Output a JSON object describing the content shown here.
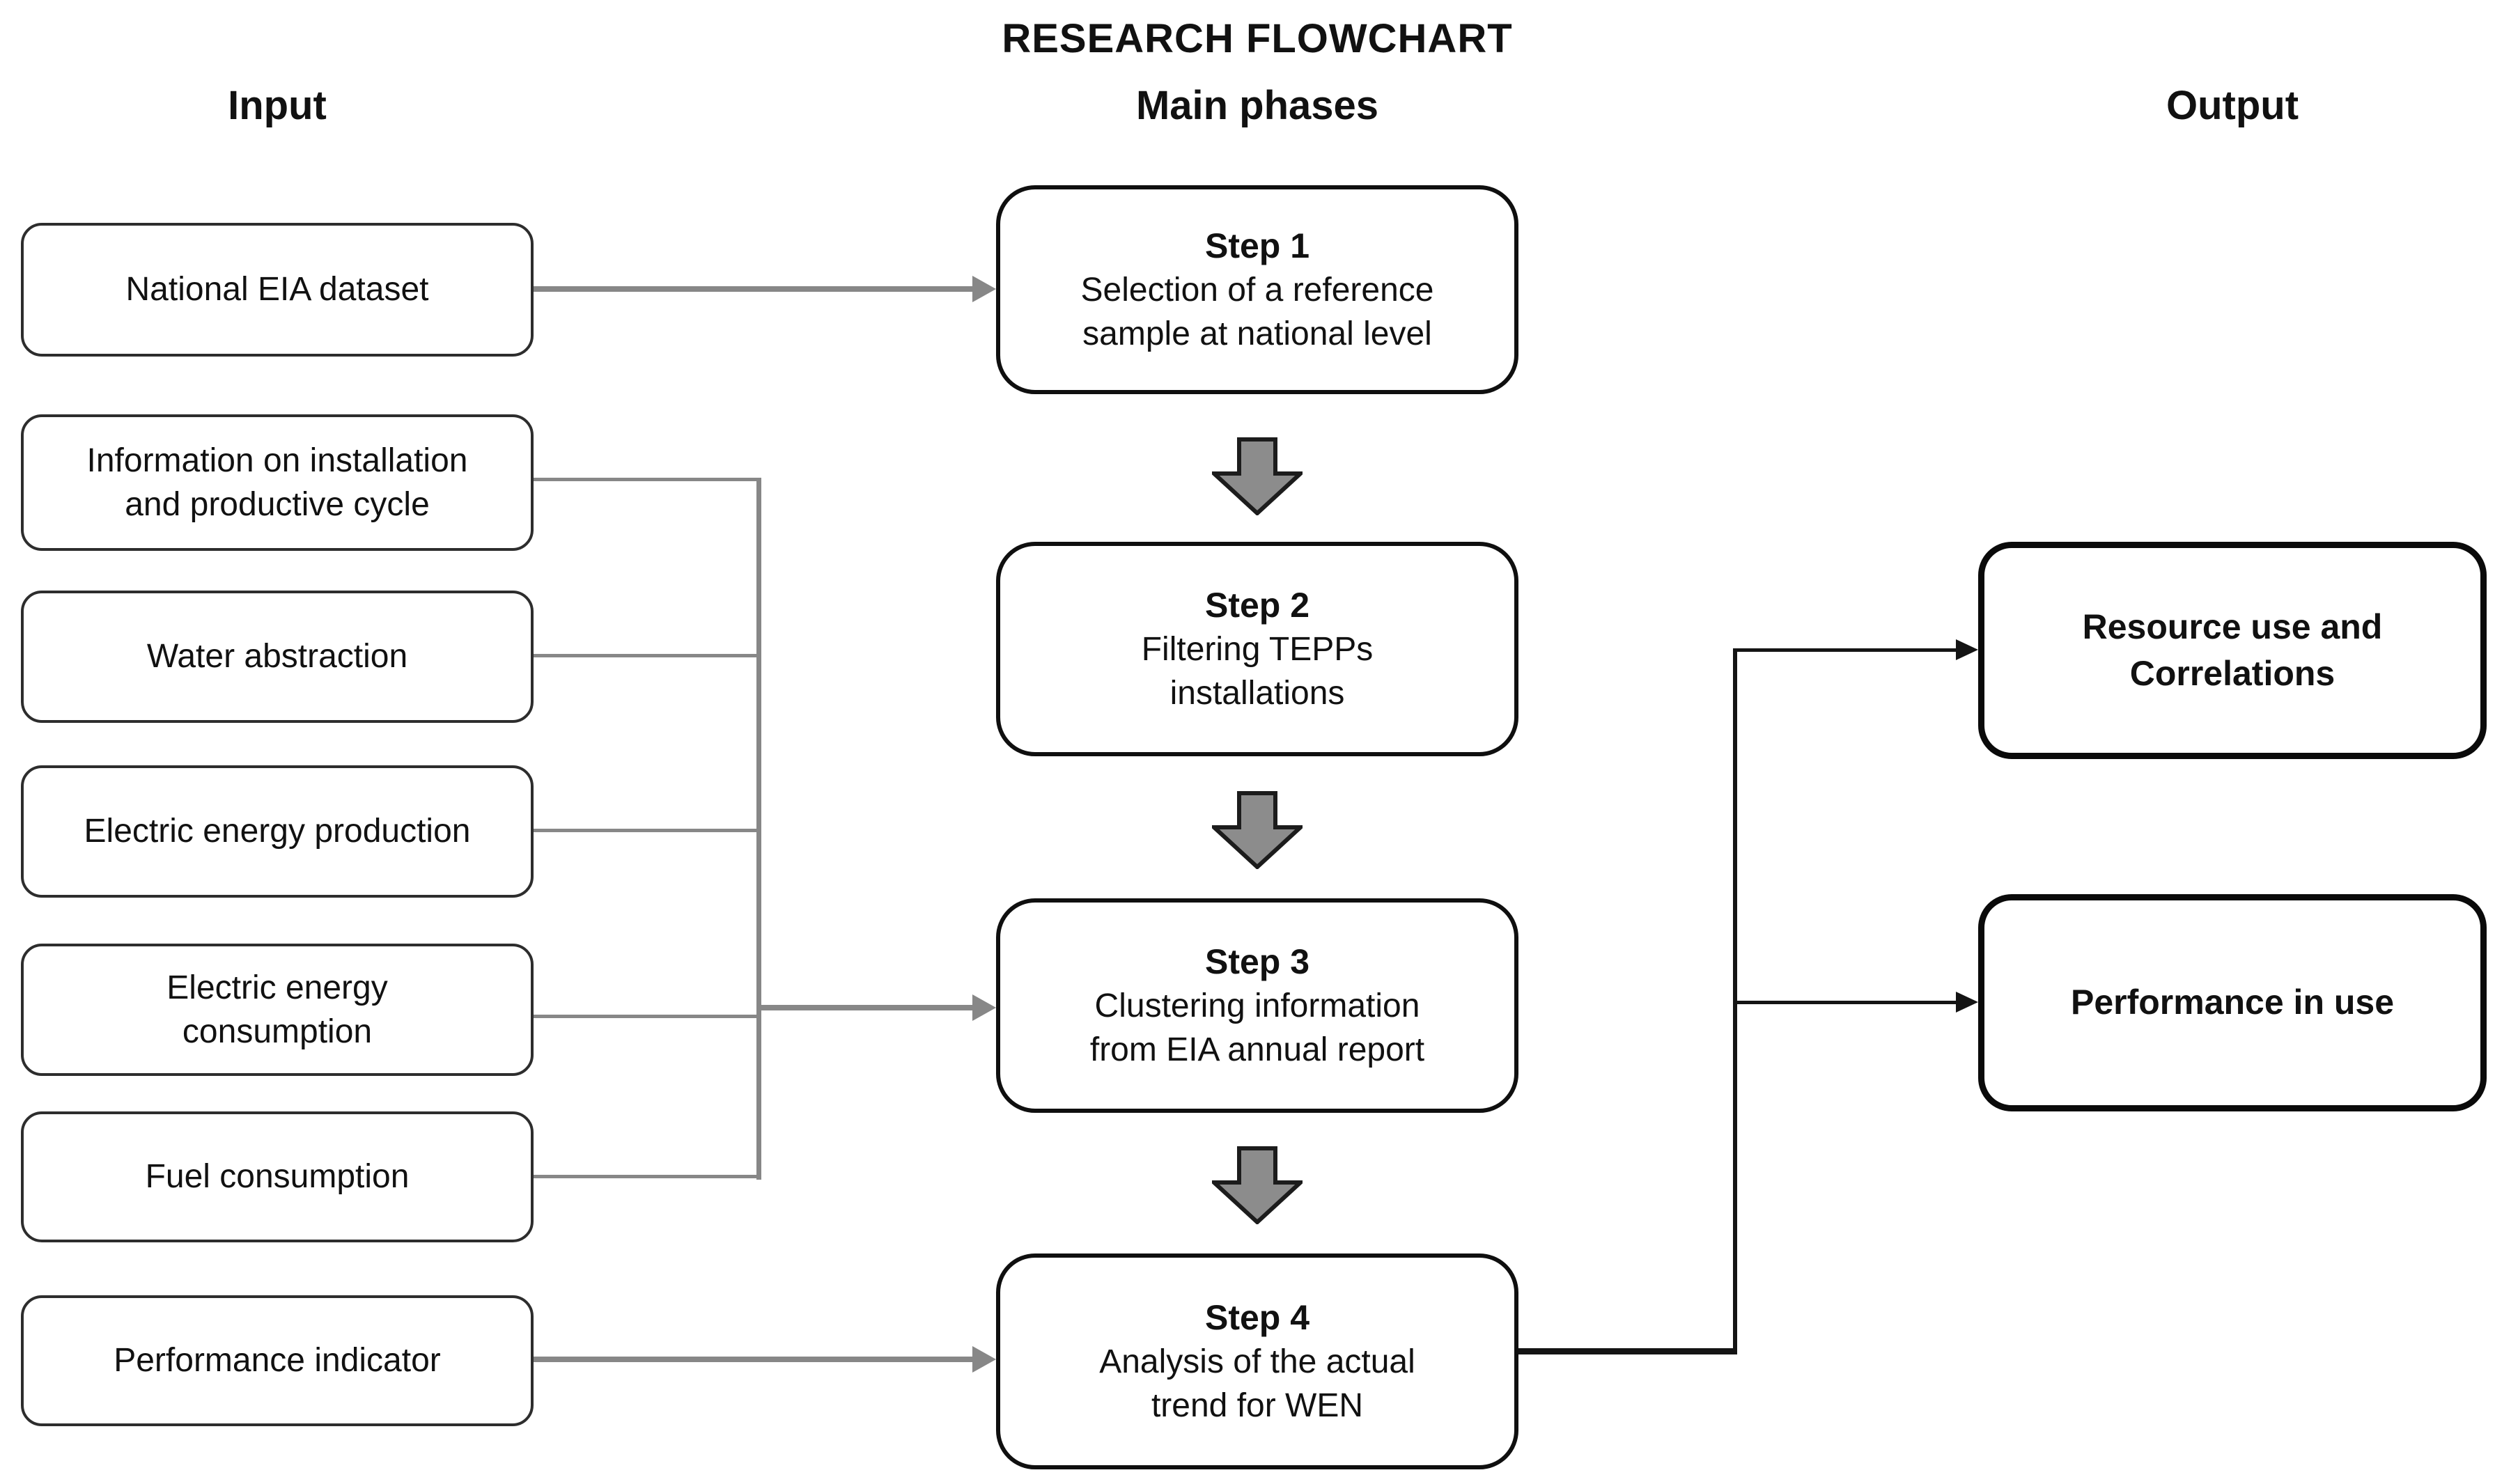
{
  "title": "RESEARCH FLOWCHART",
  "headers": {
    "input": "Input",
    "main": "Main phases",
    "output": "Output"
  },
  "inputs": {
    "items": [
      {
        "label": "National EIA dataset"
      },
      {
        "label": "Information on installation\nand productive cycle"
      },
      {
        "label": "Water abstraction"
      },
      {
        "label": "Electric energy production"
      },
      {
        "label": "Electric energy\nconsumption"
      },
      {
        "label": "Fuel consumption"
      },
      {
        "label": "Performance indicator"
      }
    ]
  },
  "steps": {
    "items": [
      {
        "title": "Step 1",
        "desc": "Selection of a reference\nsample at national level"
      },
      {
        "title": "Step 2",
        "desc": "Filtering TEPPs\ninstallations"
      },
      {
        "title": "Step 3",
        "desc": "Clustering information\nfrom EIA annual report"
      },
      {
        "title": "Step 4",
        "desc": "Analysis of the actual\ntrend for WEN"
      }
    ]
  },
  "outputs": {
    "items": [
      {
        "label": "Resource use and\nCorrelations"
      },
      {
        "label": "Performance in use"
      }
    ]
  },
  "colors": {
    "connector_gray": "#878787",
    "connector_black": "#141414",
    "block_arrow_fill": "#8c8c8c",
    "block_arrow_stroke": "#1c1c1c",
    "box_background": "#ffffff",
    "text": "#111111"
  }
}
